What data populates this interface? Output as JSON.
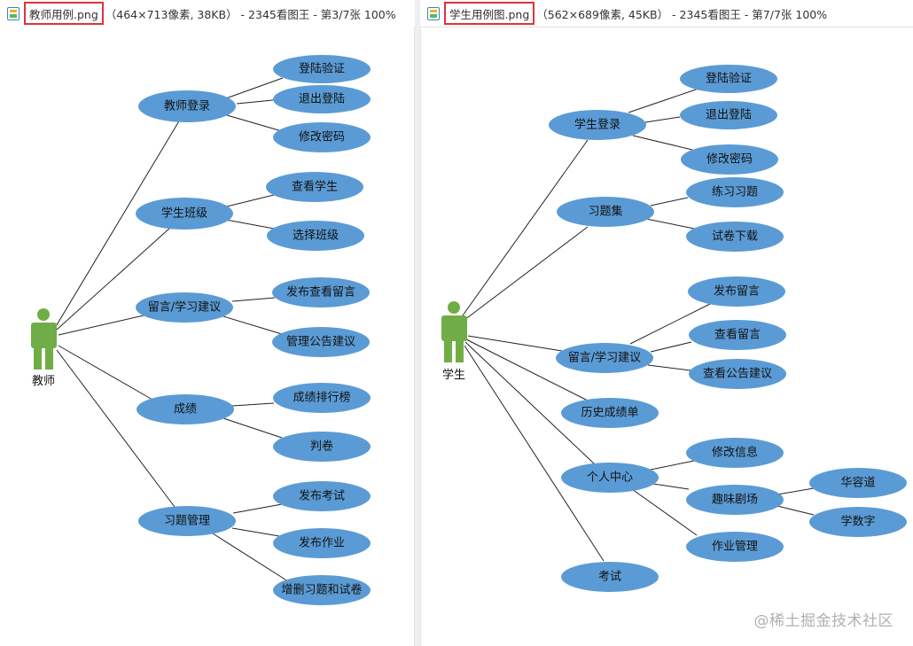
{
  "left_window": {
    "filename": "教师用例.png",
    "title_info": "（464×713像素, 38KB） - 2345看图王 - 第3/7张 100%",
    "actor": "教师",
    "use_cases": {
      "login": "教师登录",
      "login_verify": "登陆验证",
      "logout": "退出登陆",
      "change_password": "修改密码",
      "student_class": "学生班级",
      "view_students": "查看学生",
      "select_class": "选择班级",
      "messages": "留言/学习建议",
      "publish_view_messages": "发布查看留言",
      "manage_announcements": "管理公告建议",
      "grades": "成绩",
      "grade_ranking": "成绩排行榜",
      "grading": "判卷",
      "exercise_management": "习题管理",
      "publish_exam": "发布考试",
      "publish_homework": "发布作业",
      "add_delete_exercises": "增删习题和试卷"
    }
  },
  "right_window": {
    "filename": "学生用例图.png",
    "title_info": "（562×689像素, 45KB） - 2345看图王 - 第7/7张 100%",
    "actor": "学生",
    "use_cases": {
      "login": "学生登录",
      "login_verify": "登陆验证",
      "logout": "退出登陆",
      "change_password": "修改密码",
      "exercise_set": "习题集",
      "practice": "练习习题",
      "download_papers": "试卷下载",
      "messages": "留言/学习建议",
      "publish_message": "发布留言",
      "view_messages": "查看留言",
      "view_announcements": "查看公告建议",
      "grade_history": "历史成绩单",
      "personal_center": "个人中心",
      "edit_info": "修改信息",
      "fun_theater": "趣味剧场",
      "klotski": "华容道",
      "learn_numbers": "学数字",
      "homework_management": "作业管理",
      "exam": "考试"
    }
  },
  "watermark": "@稀土掘金技术社区",
  "colors": {
    "use_case_fill": "#5b9bd5",
    "actor_fill": "#70ad47",
    "highlight_box": "#e0323d"
  }
}
